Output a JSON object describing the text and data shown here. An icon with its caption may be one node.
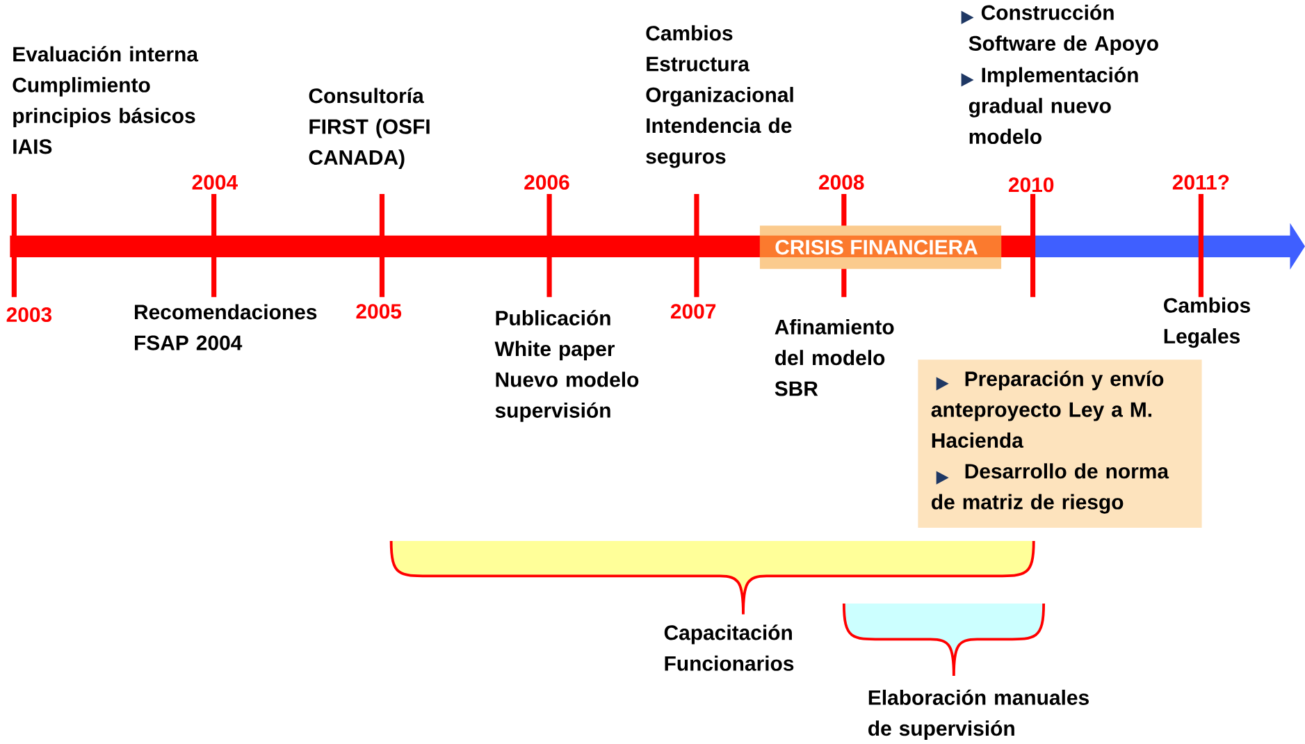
{
  "diagram": {
    "nodes": [
      {
        "text": [
          "CRISIS FINANCIERA"
        ]
      },
      {
        "text": [
          "Preparación y envío anteproyecto Ley a M. Hacienda",
          "Desarrollo de norma de matriz de riesgo"
        ]
      },
      {
        "text": [
          "Capacitación Funcionarios"
        ]
      },
      {
        "text": [
          "Elaboración manuales de supervisión"
        ]
      }
    ],
    "edges": [],
    "labels": [
      "Evaluación interna Cumplimiento principios básicos IAIS",
      "Consultoría FIRST (OSFI CANADA)",
      "Cambios Estructura Organizacional Intendencia de seguros",
      "Construcción Software de Apoyo",
      "Implementación gradual nuevo modelo",
      "2004",
      "2006",
      "2008",
      "2010",
      "2011?",
      "2003",
      "2005",
      "2007",
      "Recomendaciones FSAP 2004",
      "Publicación White paper Nuevo modelo supervisión",
      "Afinamiento del modelo SBR",
      "Cambios Legales"
    ]
  }
}
